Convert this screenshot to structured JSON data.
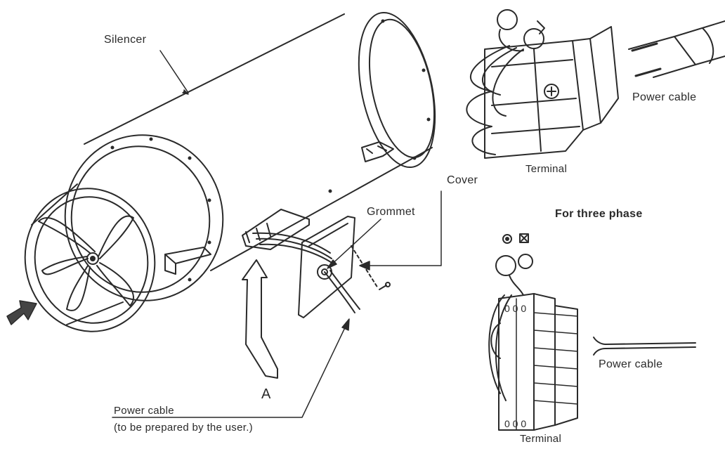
{
  "labels": {
    "silencer": "Silencer",
    "cover": "Cover",
    "grommet": "Grommet",
    "marker_a": "A",
    "power_cable_main": "Power cable",
    "power_cable_note": "(to be prepared by the user.)",
    "power_cable_single": "Power cable",
    "terminal_single": "Terminal",
    "three_phase_heading": "For three phase",
    "power_cable_three": "Power cable",
    "terminal_three": "Terminal"
  },
  "colors": {
    "ink": "#2a2a2a",
    "paper": "#ffffff",
    "shade": "#555555"
  }
}
